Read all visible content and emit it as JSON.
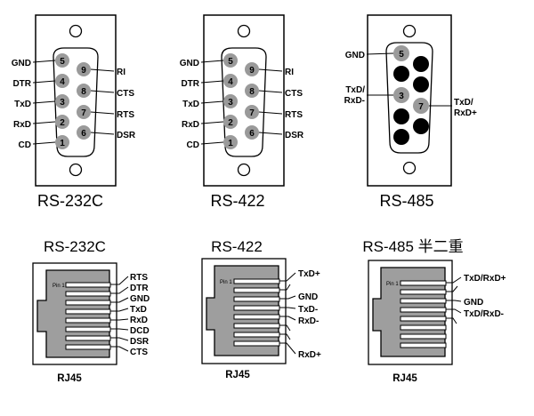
{
  "db9": [
    {
      "caption": "RS-232C",
      "pins": [
        {
          "num": "5",
          "label": "GND"
        },
        {
          "num": "4",
          "label": "DTR"
        },
        {
          "num": "3",
          "label": "TxD"
        },
        {
          "num": "2",
          "label": "RxD"
        },
        {
          "num": "1",
          "label": "CD"
        },
        {
          "num": "9",
          "label": "RI"
        },
        {
          "num": "8",
          "label": "CTS"
        },
        {
          "num": "7",
          "label": "RTS"
        },
        {
          "num": "6",
          "label": "DSR"
        }
      ]
    },
    {
      "caption": "RS-422",
      "pins": [
        {
          "num": "5",
          "label": "GND"
        },
        {
          "num": "4",
          "label": "DTR"
        },
        {
          "num": "3",
          "label": "TxD"
        },
        {
          "num": "2",
          "label": "RxD"
        },
        {
          "num": "1",
          "label": "CD"
        },
        {
          "num": "9",
          "label": "RI"
        },
        {
          "num": "8",
          "label": "CTS"
        },
        {
          "num": "7",
          "label": "RTS"
        },
        {
          "num": "6",
          "label": "DSR"
        }
      ]
    },
    {
      "caption": "RS-485",
      "labels": {
        "gnd": "GND",
        "left_top": "TxD/",
        "left_bottom": "RxD-",
        "right_top": "TxD/",
        "right_bottom": "RxD+"
      },
      "pin_numbers": {
        "gnd": "5",
        "left": "3",
        "right": "7"
      }
    }
  ],
  "rj45": [
    {
      "title": "RS-232C",
      "caption": "RJ45",
      "pin_tag": "Pin 1",
      "labels": [
        "RTS",
        "DTR",
        "GND",
        "TxD",
        "RxD",
        "DCD",
        "DSR",
        "CTS"
      ]
    },
    {
      "title": "RS-422",
      "caption": "RJ45",
      "pin_tag": "Pin 1",
      "labels": [
        "TxD+",
        "GND",
        "TxD-",
        "RxD-",
        "RxD+"
      ]
    },
    {
      "title": "RS-485 半二重",
      "caption": "RJ45",
      "pin_tag": "Pin 1",
      "labels": [
        "TxD/RxD+",
        "GND",
        "TxD/RxD-"
      ]
    }
  ]
}
